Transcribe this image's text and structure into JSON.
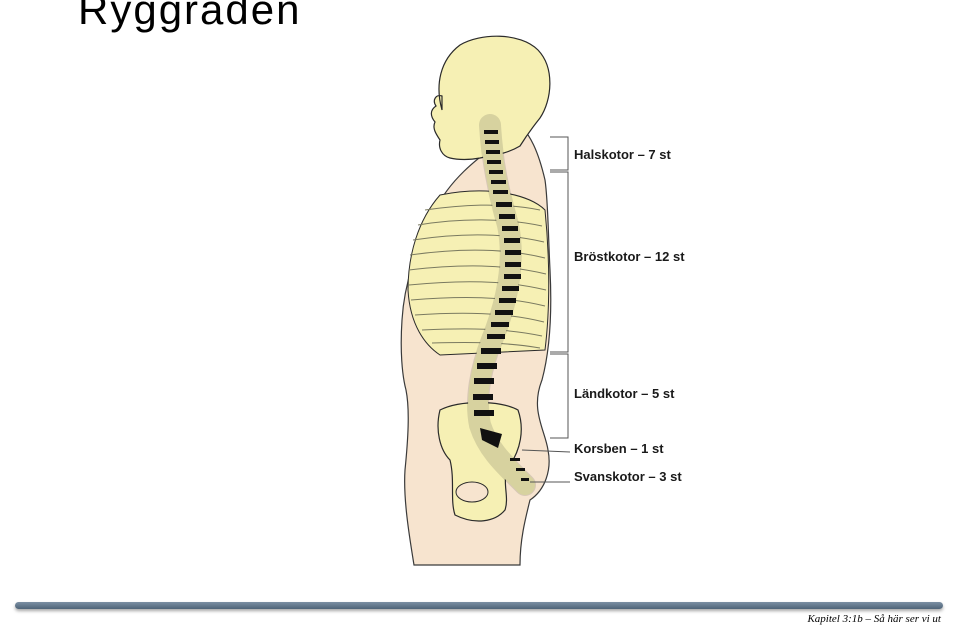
{
  "slide": {
    "title": "Ryggraden",
    "footer": "Kapitel 3:1b – Så här ser vi ut"
  },
  "diagram": {
    "labels": [
      {
        "id": "halskotor",
        "text": "Halskotor – 7 st"
      },
      {
        "id": "brostkotor",
        "text": "Bröstkotor – 12 st"
      },
      {
        "id": "landkotor",
        "text": "Ländkotor – 5 st"
      },
      {
        "id": "korsben",
        "text": "Korsben – 1 st"
      },
      {
        "id": "svanskotor",
        "text": "Svanskotor – 3 st"
      }
    ],
    "colors": {
      "skin": "#f7e4cf",
      "bone": "#f6f0b4",
      "vertebra": "#111111",
      "outline": "#2a2a2a"
    }
  }
}
